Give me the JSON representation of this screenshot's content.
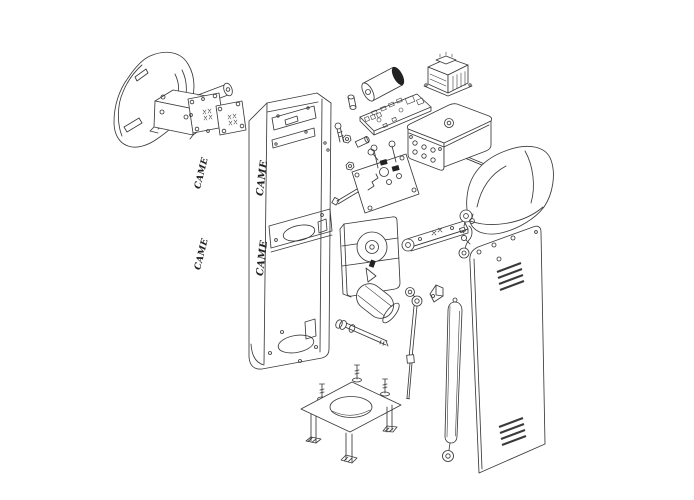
{
  "colors": {
    "paper": "#ffffff",
    "line": "#3a3a3a",
    "dark": "#222222"
  },
  "logo": {
    "text": "CAME"
  },
  "diagram": {
    "description": "exploded-view spare parts drawing of a CAME automatic barrier gate",
    "parts": [
      "boom-head-cover",
      "boom-support-bracket",
      "flange-plate-inner",
      "flange-plate-outer",
      "came-logo-sticker-upper",
      "came-logo-sticker-lower",
      "cabinet-body",
      "battery",
      "circuit-board",
      "transformer",
      "control-box",
      "fastener-set",
      "release-mechanism",
      "release-rod",
      "gearmotor",
      "balance-lever",
      "release-linkage",
      "mounting-bracket",
      "tie-rod",
      "balancing-spring",
      "door-panel",
      "head-dome-cover",
      "base-plate",
      "anchor-bolts",
      "hinge-pin-bolt",
      "boom-rod"
    ]
  }
}
